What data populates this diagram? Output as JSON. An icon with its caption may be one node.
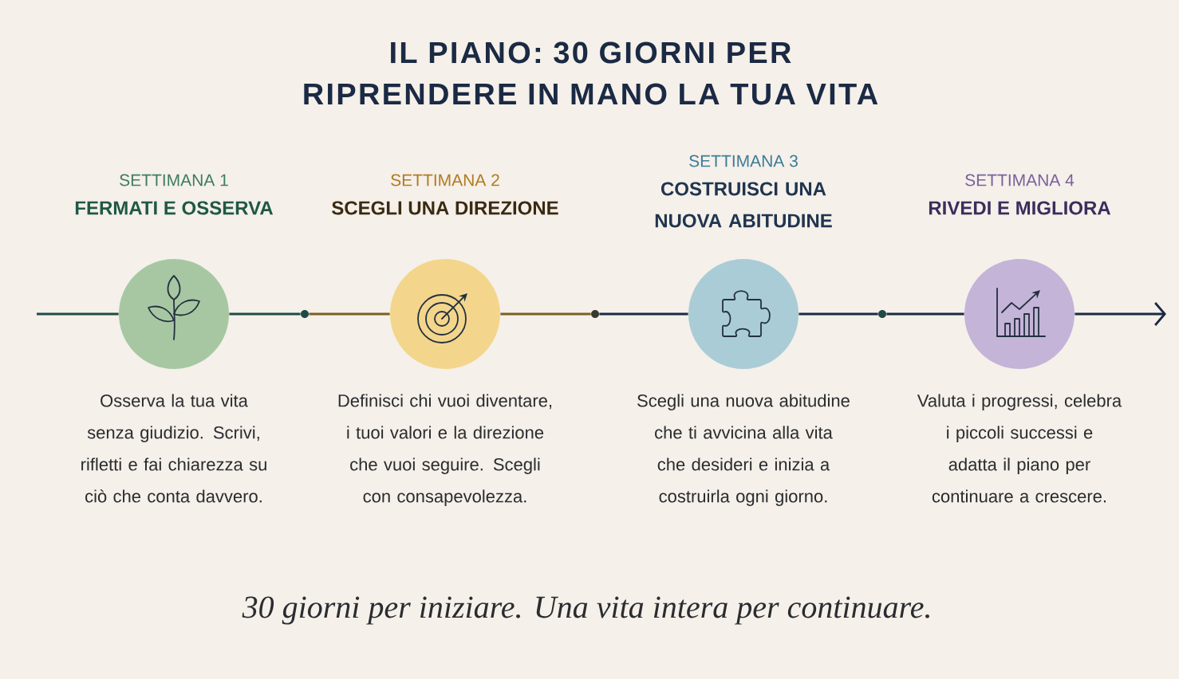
{
  "diagram": {
    "title": "IL PIANO: 30 GIORNI PER RIPRENDERE IN MANO LA TUA VITA",
    "caption": "30 giorni per iniziare. Una vita intera per continuare.",
    "nodes": [
      {
        "text": [
          "SETTIMANA 1",
          "FERMATI E OSSERVA"
        ],
        "beside": [
          "Osserva la tua vita senza giudizio. Scrivi, rifletti e fai chiarezza su ciò che conta davvero."
        ]
      },
      {
        "text": [],
        "shape": "circle"
      },
      {
        "text": [
          "SETTIMANA 2",
          "SCEGLI UNA DIREZIONE"
        ],
        "beside": [
          "Definisci chi vuoi diventare, i tuoi valori e la direzione che vuoi seguire. Scegli con consapevolezza."
        ]
      },
      {
        "text": [],
        "shape": "circle"
      },
      {
        "text": [
          "SETTIMANA 3",
          "COSTRUISCI UNA NUOVA ABITUDINE"
        ],
        "beside": [
          "Scegli una nuova abitudine che ti avvicina alla vita che desideri e inizia a costruirla ogni giorno."
        ]
      },
      {
        "text": [],
        "shape": "circle"
      },
      {
        "text": [
          "SETTIMANA 4",
          "RIVEDI E MIGLIORA"
        ],
        "beside": [
          "Valuta i progressi, celebra i piccoli successi e adatta il piano per continuare a crescere."
        ]
      }
    ],
    "edges": [
      {
        "from": null,
        "to": 0,
        "arrow": "none",
        "color": "#1e4b47"
      },
      {
        "from": 0,
        "to": 1,
        "arrow": "none",
        "color": "#1e4b47"
      },
      {
        "from": 1,
        "to": 2,
        "arrow": "none",
        "color": "#7b5e22"
      },
      {
        "from": 2,
        "to": 3,
        "arrow": "none",
        "color": "#7b5e22"
      },
      {
        "from": 3,
        "to": 4,
        "arrow": "none"
      },
      {
        "from": 4,
        "to": 5,
        "arrow": "none"
      },
      {
        "from": 5,
        "to": 6,
        "arrow": "none"
      },
      {
        "from": 6,
        "to": null,
        "arrow": "to"
      }
    ]
  }
}
